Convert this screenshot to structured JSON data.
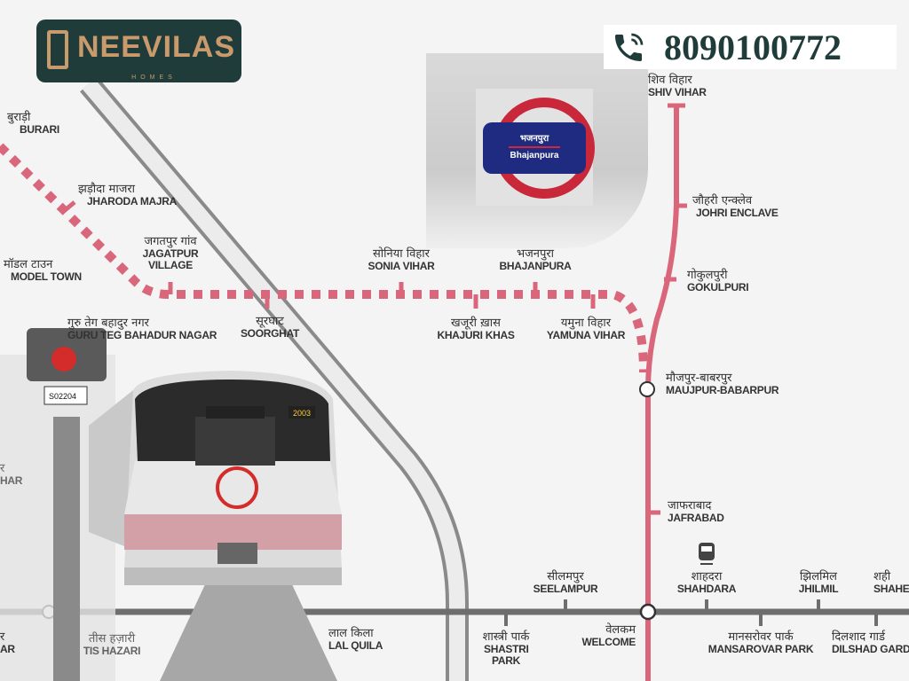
{
  "brand": {
    "name": "NEEVILAS",
    "tagline": "HOMES",
    "bg_color": "#1f3b3a",
    "accent_color": "#c99a6b"
  },
  "contact": {
    "icon": "phone-icon",
    "phone": "8090100772"
  },
  "sign": {
    "hindi": "भजनपुरा",
    "english": "Bhajanpura"
  },
  "train": {
    "code": "2003",
    "signal_id": "S02204"
  },
  "lines": {
    "pink_color": "#d9667a",
    "grey_color": "#6e6e6e"
  },
  "stations": {
    "burari": {
      "hi": "बुराड़ी",
      "en": "BURARI"
    },
    "jharoda": {
      "hi": "झड़ौदा माजरा",
      "en": "JHARODA MAJRA"
    },
    "jagatpur": {
      "hi": "जगतपुर गांव",
      "en": "JAGATPUR VILLAGE"
    },
    "model_town": {
      "hi": "मॉडल टाउन",
      "en": "MODEL TOWN"
    },
    "gtb_nagar": {
      "hi": "गुरु तेग बहादुर नगर",
      "en": "GURU TEG BAHADUR NAGAR"
    },
    "soorghat": {
      "hi": "सूरघाट",
      "en": "SOORGHAT"
    },
    "sonia_vihar": {
      "hi": "सोनिया विहार",
      "en": "SONIA VIHAR"
    },
    "bhajanpura": {
      "hi": "भजनपुरा",
      "en": "BHAJANPURA"
    },
    "khajuri_khas": {
      "hi": "खजूरी ख़ास",
      "en": "KHAJURI KHAS"
    },
    "yamuna_vihar": {
      "hi": "यमुना विहार",
      "en": "YAMUNA VIHAR"
    },
    "shiv_vihar": {
      "hi": "शिव विहार",
      "en": "SHIV VIHAR"
    },
    "johri_enclave": {
      "hi": "जौहरी एन्क्लेव",
      "en": "JOHRI ENCLAVE"
    },
    "gokulpuri": {
      "hi": "गोकुलपुरी",
      "en": "GOKULPURI"
    },
    "maujpur": {
      "hi": "मौजपुर-बाबरपुर",
      "en": "MAUJPUR-BABARPUR"
    },
    "jafrabad": {
      "hi": "जाफराबाद",
      "en": "JAFRABAD"
    },
    "seelampur": {
      "hi": "सीलमपुर",
      "en": "SEELAMPUR"
    },
    "shahdara": {
      "hi": "शाहदरा",
      "en": "SHAHDARA"
    },
    "jhilmil": {
      "hi": "झिलमिल",
      "en": "JHILMIL"
    },
    "shaheed": {
      "hi": "शही",
      "en": "SHAHE"
    },
    "shastri_park": {
      "hi": "शास्त्री पार्क",
      "en": "SHASTRI PARK"
    },
    "welcome": {
      "hi": "वेलकम",
      "en": "WELCOME"
    },
    "mansarovar": {
      "hi": "मानसरोवर पार्क",
      "en": "MANSAROVAR PARK"
    },
    "dilshad": {
      "hi": "दिलशाद गार्ड",
      "en": "DILSHAD GARDE"
    },
    "lal_quila": {
      "hi": "लाल किला",
      "en": "LAL QUILA"
    },
    "tis_hazari": {
      "hi": "तीस हज़ारी",
      "en": "TIS HAZARI"
    },
    "edge_upper": {
      "hi": "र",
      "en": "HAR"
    },
    "edge_lower": {
      "hi": "र",
      "en": "AR"
    }
  }
}
